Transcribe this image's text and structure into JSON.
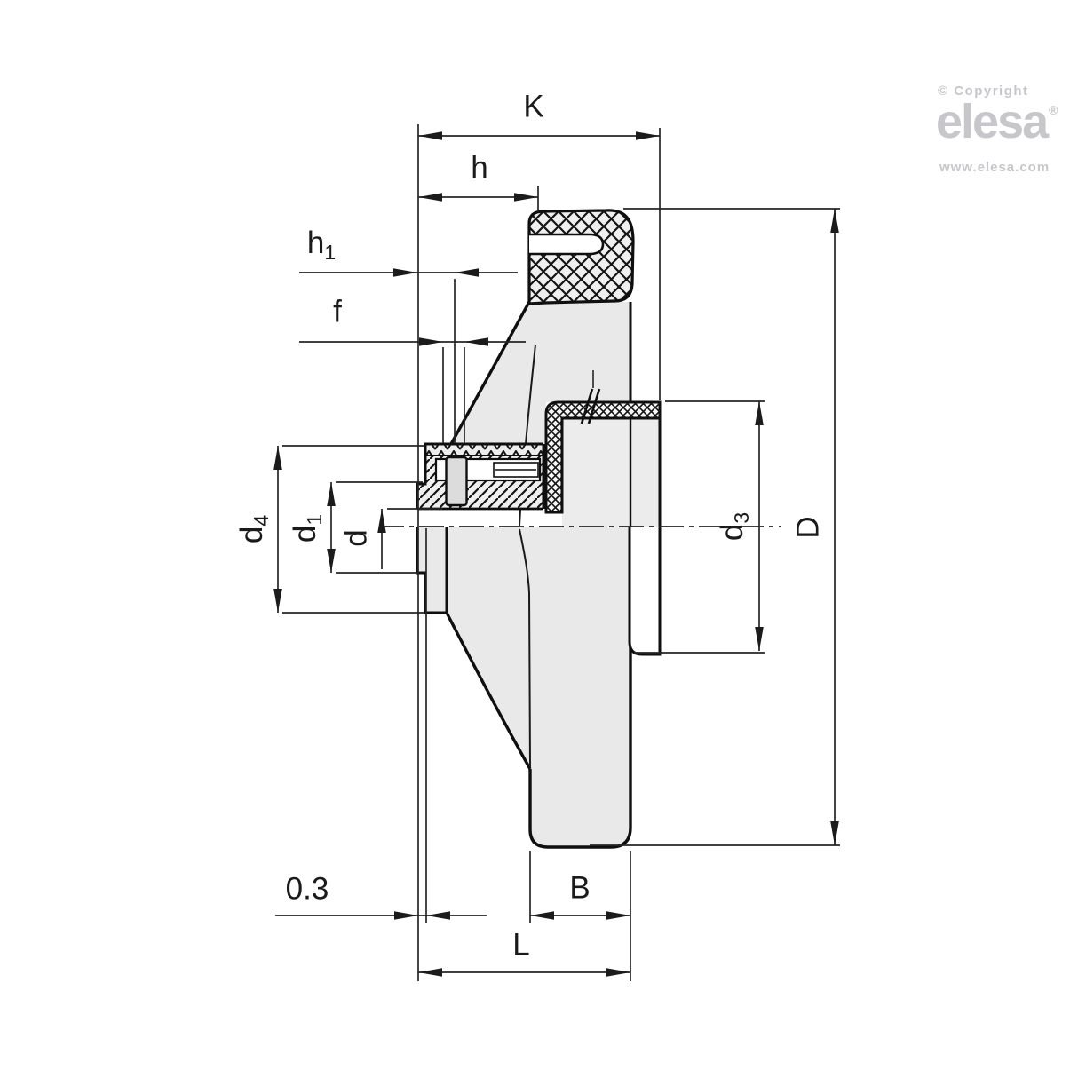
{
  "branding": {
    "copyright": "© Copyright",
    "logo": "elesa",
    "registered": "®",
    "website": "www.elesa.com"
  },
  "drawing": {
    "dims": {
      "K": "K",
      "h": "h",
      "h1": {
        "base": "h",
        "sub": "1"
      },
      "f": "f",
      "d4": {
        "base": "d",
        "sub": "4"
      },
      "d1": {
        "base": "d",
        "sub": "1"
      },
      "d": "d",
      "d3": {
        "base": "d",
        "sub": "3"
      },
      "D": "D",
      "gap": "0.3",
      "B": "B",
      "L": "L"
    },
    "colors": {
      "line": "#1a1a1a",
      "part_fill": "#e9e9e9",
      "hatch_fill": "#efefef",
      "brand_gray": "#c7c7cb",
      "background": "#ffffff"
    }
  }
}
